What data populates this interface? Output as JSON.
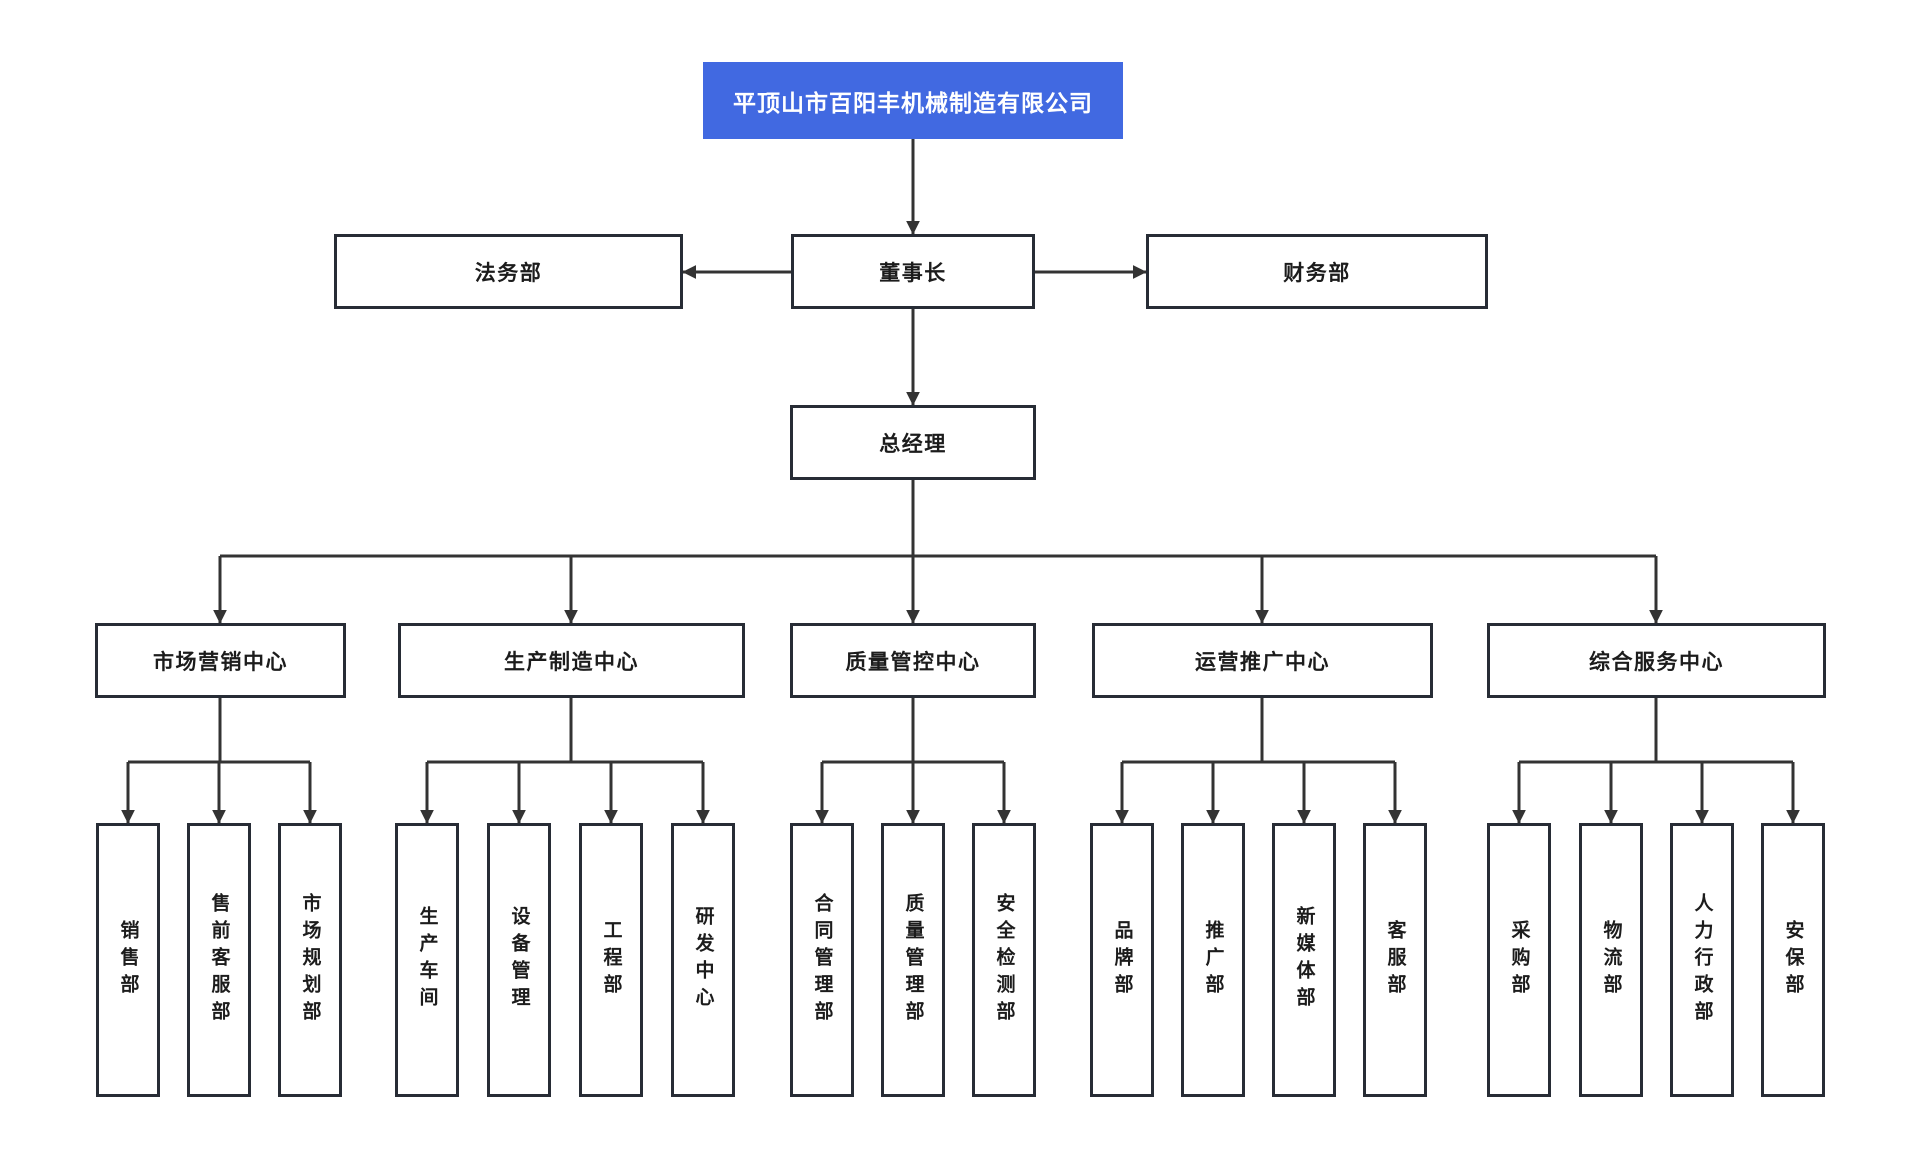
{
  "colors": {
    "page_bg": "#ffffff",
    "accent": "#4169e1",
    "root_text": "#ffffff",
    "box_bg": "#ffffff",
    "box_border": "#272c35",
    "line": "#333333",
    "text": "#1c1c1c"
  },
  "org": {
    "root": "平顶山市百阳丰机械制造有限公司",
    "row2": {
      "legal": "法务部",
      "chairman": "董事长",
      "finance": "财务部"
    },
    "general_manager": "总经理",
    "centers": [
      {
        "label": "市场营销中心",
        "children": [
          "销售部",
          "售前客服部",
          "市场规划部"
        ]
      },
      {
        "label": "生产制造中心",
        "children": [
          "生产车间",
          "设备管理",
          "工程部",
          "研发中心"
        ]
      },
      {
        "label": "质量管控中心",
        "children": [
          "合同管理部",
          "质量管理部",
          "安全检测部"
        ]
      },
      {
        "label": "运营推广中心",
        "children": [
          "品牌部",
          "推广部",
          "新媒体部",
          "客服部"
        ]
      },
      {
        "label": "综合服务中心",
        "children": [
          "采购部",
          "物流部",
          "人力行政部",
          "安保部"
        ]
      }
    ]
  }
}
